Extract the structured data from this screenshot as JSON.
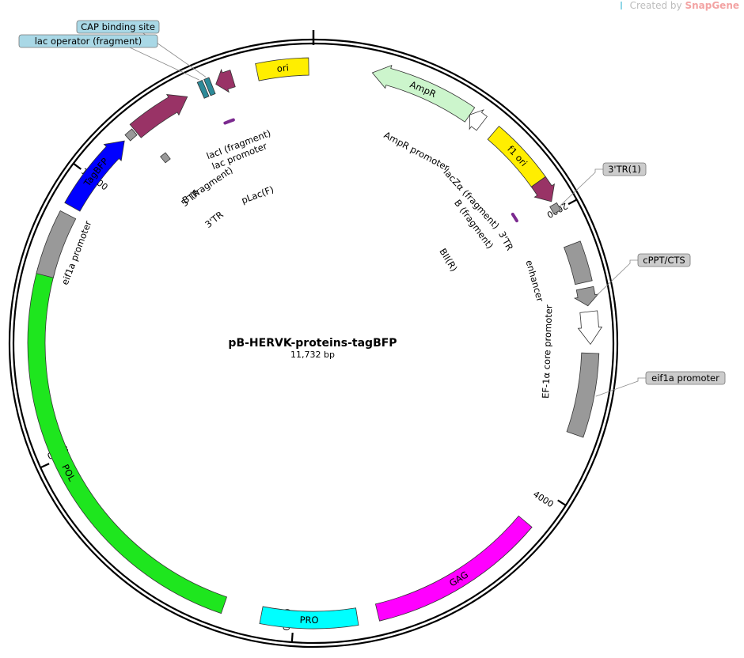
{
  "watermark": {
    "prefix": "Created by",
    "brand": "SnapGene"
  },
  "plasmid": {
    "name": "pB-HERVK-proteins-tagBFP",
    "size_label": "11,732 bp",
    "length": 11732
  },
  "ticks": [
    {
      "pos": 2000,
      "label": "2000"
    },
    {
      "pos": 4000,
      "label": "4000"
    },
    {
      "pos": 6000,
      "label": "6000"
    },
    {
      "pos": 8000,
      "label": "8000"
    },
    {
      "pos": 10000,
      "label": "10,000"
    }
  ],
  "features": [
    {
      "id": "ori",
      "label": "ori",
      "start": 11350,
      "end": 11700,
      "track": 0,
      "color": "#ffee00",
      "type": "box",
      "label_inside": true
    },
    {
      "id": "ampr",
      "label": "AmpR",
      "start": 400,
      "end": 1120,
      "track": 0,
      "color": "#ccf5cc",
      "type": "arrow",
      "dir": -1,
      "label_inside": true
    },
    {
      "id": "ampr-promoter",
      "label": "AmpR promoter",
      "start": 1120,
      "end": 1220,
      "track": 0,
      "color": "#ffffff",
      "type": "arrow",
      "dir": -1,
      "label_pos": 920,
      "label_r": 275
    },
    {
      "id": "f1-ori",
      "label": "f1 ori",
      "start": 1320,
      "end": 1770,
      "track": 0,
      "color": "#ffee00",
      "type": "box",
      "label_inside": true
    },
    {
      "id": "b-fragment-right",
      "label": "B (fragment)",
      "start": 1770,
      "end": 1930,
      "track": 0,
      "color": "#993366",
      "type": "arrow",
      "dir": 1,
      "label_pos": 1740,
      "label_r": 252
    },
    {
      "id": "lacza-fragment",
      "label": "lacZα (fragment)",
      "start": 1500,
      "end": 1700,
      "track": 0,
      "color": "#993366",
      "type": "none",
      "label_pos": 1550,
      "label_r": 270
    },
    {
      "id": "3tr-right",
      "label": "3'TR",
      "start": 1955,
      "end": 2010,
      "track": 0,
      "color": "#999999",
      "type": "box",
      "label_pos": 2020,
      "label_r": 275
    },
    {
      "id": "bii-r",
      "label": "BII(R)",
      "start": 1860,
      "end": 1920,
      "track": 1,
      "color": "#7b2a8f",
      "type": "primer",
      "label_pos": 1900,
      "label_r": 200
    },
    {
      "id": "enhancer",
      "label": "enhancer",
      "start": 2250,
      "end": 2520,
      "track": 0,
      "color": "#999999",
      "type": "box",
      "label_pos": 2420,
      "label_r": 290
    },
    {
      "id": "cppt-cts",
      "label": "cPPT/CTS",
      "start": 2560,
      "end": 2680,
      "track": 0,
      "color": "#999999",
      "type": "arrow",
      "dir": 1,
      "label_pos": 2620
    },
    {
      "id": "ef1a-core",
      "label": "EF-1α core promoter",
      "start": 2720,
      "end": 2940,
      "track": 0,
      "color": "#ffffff",
      "type": "arrow",
      "dir": 1,
      "label_pos": 3000,
      "label_r": 296
    },
    {
      "id": "eif1a-promoter-right",
      "label": "eif1a promoter",
      "start": 3000,
      "end": 3560,
      "track": 0,
      "color": "#999999",
      "type": "box",
      "label_pos": 3300
    },
    {
      "id": "gag",
      "label": "GAG",
      "start": 4240,
      "end": 5430,
      "track": 0,
      "color": "#ff00ff",
      "type": "box",
      "label_inside": true
    },
    {
      "id": "pro",
      "label": "PRO",
      "start": 5570,
      "end": 6220,
      "track": 0,
      "color": "#00ffff",
      "type": "box",
      "label_inside": true
    },
    {
      "id": "pol",
      "label": "POL",
      "start": 6480,
      "end": 9300,
      "track": 0,
      "color": "#1ee61e",
      "type": "box",
      "label_inside": true
    },
    {
      "id": "eif1a-promoter-left",
      "label": "eif1a promoter",
      "start": 9260,
      "end": 9700,
      "track": 0,
      "color": "#999999",
      "type": "box",
      "label_pos": 9480,
      "label_r": 320
    },
    {
      "id": "tagbfp",
      "label": "TagBFP",
      "start": 9760,
      "end": 10330,
      "track": 0,
      "color": "#0000ff",
      "type": "arrow",
      "dir": 1,
      "label_inside": true
    },
    {
      "id": "5tr",
      "label": "5'TR",
      "start": 10360,
      "end": 10420,
      "track": 0,
      "color": "#999999",
      "type": "box",
      "label_pos": 10420,
      "label_r": 240
    },
    {
      "id": "b-fragment-left",
      "label": "B (fragment)",
      "start": 10430,
      "end": 10850,
      "track": 0,
      "color": "#993366",
      "type": "arrow",
      "dir": 1,
      "label_pos": 10630,
      "label_r": 240
    },
    {
      "id": "3tr-left",
      "label": "3'TR",
      "start": 10450,
      "end": 10500,
      "track": 1,
      "color": "#999999",
      "type": "box",
      "label_pos": 10470,
      "label_r": 200
    },
    {
      "id": "lac-operator",
      "label": "lac operator (fragment)",
      "start": 10950,
      "end": 10985,
      "track": 0,
      "color": "#2d8a99",
      "type": "box",
      "label_pos": 10965
    },
    {
      "id": "cap-binding",
      "label": "CAP binding site",
      "start": 10998,
      "end": 11033,
      "track": 0,
      "color": "#2d8a99",
      "type": "box",
      "label_pos": 11015
    },
    {
      "id": "laci-fragment",
      "label": "lacI (fragment)",
      "start": 11060,
      "end": 11180,
      "track": 0,
      "color": "#993366",
      "type": "arrow",
      "dir": -1,
      "label_pos": 11060,
      "label_r": 268
    },
    {
      "id": "lac-promoter",
      "label": "lac promoter",
      "start": 11040,
      "end": 11100,
      "track": 0,
      "color": "#993366",
      "type": "none",
      "label_pos": 11030,
      "label_r": 254
    },
    {
      "id": "plac-f",
      "label": "pLac(F)",
      "start": 11020,
      "end": 11090,
      "track": 1,
      "color": "#7b2a8f",
      "type": "primer",
      "label_pos": 11060,
      "label_r": 200
    }
  ],
  "callouts": [
    {
      "id": "callout-cap",
      "feature": "cap-binding",
      "label": "CAP binding site",
      "box_side": "left"
    },
    {
      "id": "callout-lacop",
      "feature": "lac-operator",
      "label": "lac operator (fragment)",
      "box_side": "left"
    },
    {
      "id": "callout-3tr1",
      "feature": "3tr-right",
      "label": "3'TR(1)",
      "box_side": "right"
    },
    {
      "id": "callout-cppt",
      "feature": "cppt-cts",
      "label": "cPPT/CTS",
      "box_side": "right"
    },
    {
      "id": "callout-eif1a",
      "feature": "eif1a-promoter-right",
      "label": "eif1a promoter",
      "box_side": "right"
    }
  ],
  "colors": {
    "backbone": "#000000",
    "callout_blue": "#a9d8e6",
    "callout_grey": "#cccccc"
  }
}
